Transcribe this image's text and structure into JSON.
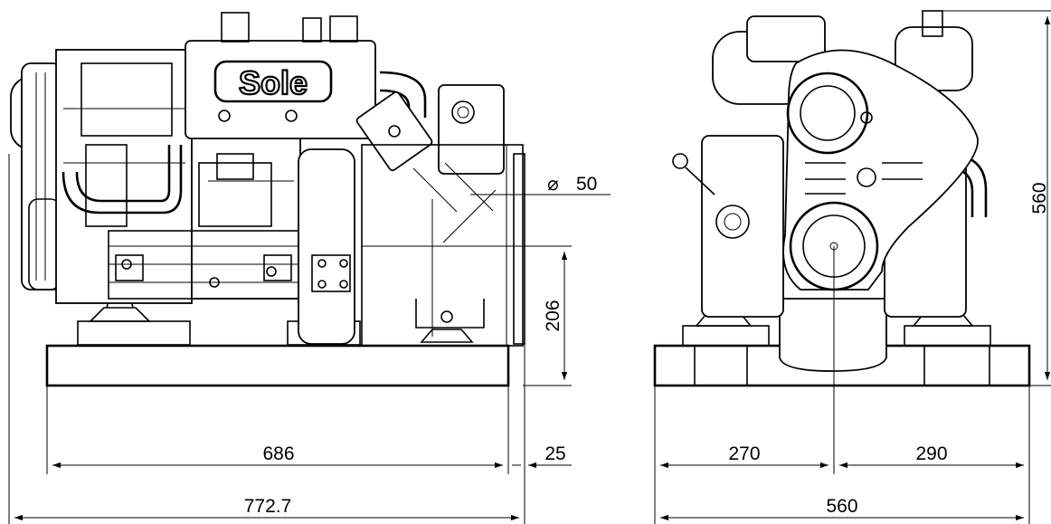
{
  "drawing": {
    "brand_logo": "Sole",
    "side_view": {
      "dims": {
        "pipe_diameter_symbol": "⌀",
        "pipe_diameter": "50",
        "outlet_height": "206",
        "frame_length": "686",
        "offset": "25",
        "overall_length": "772.7"
      }
    },
    "front_view": {
      "dims": {
        "height": "560",
        "left_width": "270",
        "right_width": "290",
        "overall_width": "560"
      }
    }
  }
}
